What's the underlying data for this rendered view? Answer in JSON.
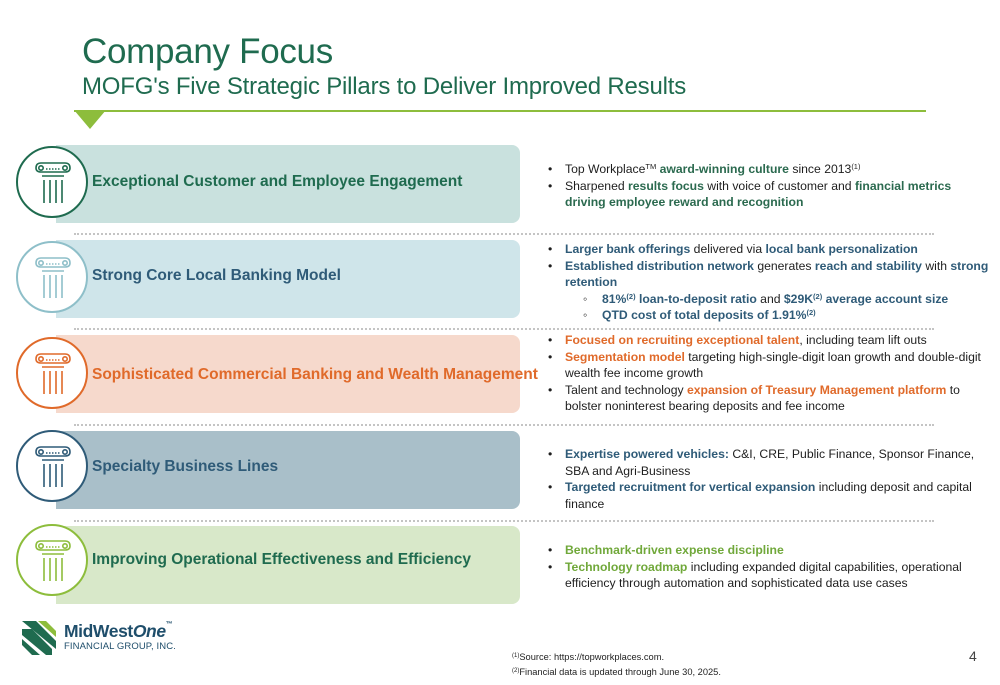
{
  "header": {
    "title": "Company Focus",
    "subtitle": "MOFG's Five Strategic Pillars to Deliver Improved Results"
  },
  "colors": {
    "title": "#1f6b4f",
    "rule": "#8dbd3c",
    "pillar_1": "#1f6b4f",
    "pillar_2": "#2f5b78",
    "pillar_3": "#e06a2a",
    "pillar_4": "#2f5b78",
    "pillar_5": "#1f6b4f"
  },
  "pillars": [
    {
      "label": "Exceptional Customer and Employee Engagement",
      "icon": "pillar-column-icon",
      "bullets": [
        {
          "parts": [
            {
              "t": "Top Workplace"
            },
            {
              "t": "TM",
              "sup": true
            },
            {
              "t": " "
            },
            {
              "t": "award-winning culture",
              "hl": "hl-green"
            },
            {
              "t": " since 2013"
            },
            {
              "t": "(1)",
              "sup": true
            }
          ]
        },
        {
          "parts": [
            {
              "t": "Sharpened "
            },
            {
              "t": "results focus",
              "hl": "hl-green"
            },
            {
              "t": " with voice of customer and "
            },
            {
              "t": "financial metrics driving employee reward and recognition",
              "hl": "hl-green"
            }
          ]
        }
      ]
    },
    {
      "label": "Strong Core Local Banking Model",
      "icon": "pillar-column-icon",
      "bullets": [
        {
          "parts": [
            {
              "t": "Larger bank offerings",
              "hl": "hl-navy"
            },
            {
              "t": " delivered via "
            },
            {
              "t": "local bank personalization",
              "hl": "hl-navy"
            }
          ]
        },
        {
          "parts": [
            {
              "t": "Established distribution network",
              "hl": "hl-navy"
            },
            {
              "t": " generates "
            },
            {
              "t": "reach and stability",
              "hl": "hl-navy"
            },
            {
              "t": " with "
            },
            {
              "t": "strong retention",
              "hl": "hl-navy"
            }
          ]
        },
        {
          "sub": true,
          "parts": [
            {
              "t": "81%",
              "hl": "hl-navy"
            },
            {
              "t": "(2)",
              "sup": true,
              "hl": "hl-navy"
            },
            {
              "t": " loan-to-deposit ratio",
              "hl": "hl-navy"
            },
            {
              "t": " and "
            },
            {
              "t": "$29K",
              "hl": "hl-navy"
            },
            {
              "t": "(2)",
              "sup": true,
              "hl": "hl-navy"
            },
            {
              "t": " average account size",
              "hl": "hl-navy"
            }
          ]
        },
        {
          "sub": true,
          "parts": [
            {
              "t": "QTD cost of total deposits of 1.91%",
              "hl": "hl-navy"
            },
            {
              "t": "(2)",
              "sup": true,
              "hl": "hl-navy"
            }
          ]
        }
      ]
    },
    {
      "label": "Sophisticated Commercial Banking and Wealth Management",
      "icon": "pillar-column-icon",
      "bullets": [
        {
          "parts": [
            {
              "t": "Focused on recruiting exceptional talent",
              "hl": "hl-orange"
            },
            {
              "t": ", including team lift outs"
            }
          ]
        },
        {
          "parts": [
            {
              "t": "Segmentation model",
              "hl": "hl-orange"
            },
            {
              "t": " targeting high-single-digit loan growth and double-digit wealth fee income growth"
            }
          ]
        },
        {
          "parts": [
            {
              "t": "Talent and technology "
            },
            {
              "t": "expansion of Treasury Management platform",
              "hl": "hl-orange"
            },
            {
              "t": " to bolster noninterest bearing deposits and fee income"
            }
          ]
        }
      ]
    },
    {
      "label": "Specialty Business Lines",
      "icon": "pillar-column-icon",
      "bullets": [
        {
          "parts": [
            {
              "t": "Expertise powered vehicles:",
              "hl": "hl-navy"
            },
            {
              "t": " C&I, CRE, Public Finance, Sponsor Finance, SBA and Agri-Business"
            }
          ]
        },
        {
          "parts": [
            {
              "t": "Targeted recruitment for vertical expansion",
              "hl": "hl-navy"
            },
            {
              "t": " including deposit and capital finance"
            }
          ]
        }
      ]
    },
    {
      "label": "Improving Operational Effectiveness and Efficiency",
      "icon": "pillar-column-icon",
      "bullets": [
        {
          "parts": [
            {
              "t": "Benchmark-driven expense discipline",
              "hl": "hl-lgreen"
            }
          ]
        },
        {
          "parts": [
            {
              "t": "Technology roadmap",
              "hl": "hl-lgreen"
            },
            {
              "t": " including expanded digital capabilities, operational efficiency through automation and sophisticated data use cases"
            }
          ]
        }
      ]
    }
  ],
  "logo": {
    "name_part1": "MidWest",
    "name_part2": "One",
    "tm": "™",
    "tagline": "FINANCIAL GROUP, INC."
  },
  "footnotes": [
    {
      "mark": "(1)",
      "text": "Source: https://topworkplaces.com."
    },
    {
      "mark": "(2)",
      "text": "Financial data is updated through June 30, 2025."
    }
  ],
  "page_number": "4"
}
